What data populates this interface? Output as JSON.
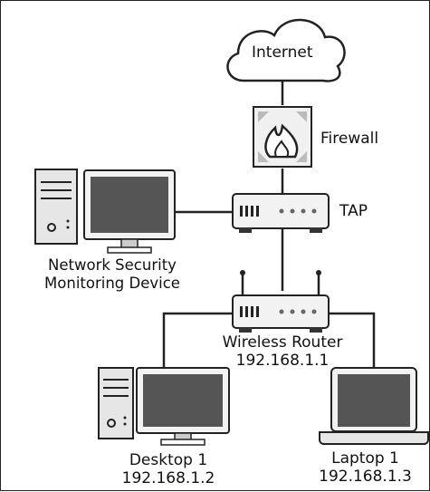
{
  "nodes": {
    "internet": {
      "label": "Internet"
    },
    "firewall": {
      "label": "Firewall"
    },
    "tap": {
      "label": "TAP"
    },
    "nsm": {
      "label_line1": "Network Security",
      "label_line2": "Monitoring Device"
    },
    "router": {
      "label": "Wireless Router",
      "ip": "192.168.1.1"
    },
    "desktop": {
      "label": "Desktop 1",
      "ip": "192.168.1.2"
    },
    "laptop": {
      "label": "Laptop 1",
      "ip": "192.168.1.3"
    }
  },
  "colors": {
    "line": "#222222",
    "device_fill": "#f2f2f2",
    "screen": "#555555",
    "panel": "#e6e6e6"
  }
}
